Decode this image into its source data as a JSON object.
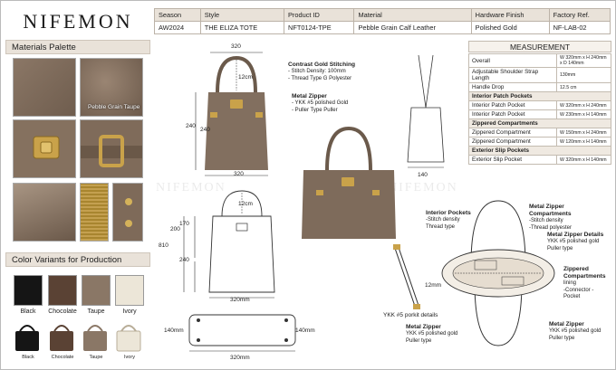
{
  "brand": "NIFEMON",
  "spec": {
    "headers": [
      "Season",
      "Style",
      "Product ID",
      "Material",
      "Hardware Finish",
      "Factory Ref."
    ],
    "values": [
      "AW2024",
      "THE ELIZA TOTE",
      "NFT0124-TPE",
      "Pebble Grain Calf Leather",
      "Polished Gold",
      "NF-LAB-02"
    ]
  },
  "materials": {
    "title": "Materials Palette",
    "pebble_label": "Pebble Grain Taupe"
  },
  "colors": {
    "title": "Color Variants for Production",
    "swatches": [
      {
        "name": "Black",
        "hex": "#151515"
      },
      {
        "name": "Chocolate",
        "hex": "#5a4234"
      },
      {
        "name": "Taupe",
        "hex": "#8a7766"
      },
      {
        "name": "Ivory",
        "hex": "#ece6d8"
      }
    ],
    "mini_names": [
      "Black",
      "Chocolate",
      "Taupe",
      "Ivory"
    ]
  },
  "drawings": {
    "front_top_width": "320",
    "handle_drop": "12cm",
    "height_a": "240",
    "height_b": "240",
    "front_bottom_width": "320",
    "side_width": "140",
    "outline_handle": "12cm",
    "outline_h1": "810",
    "outline_h2": "200",
    "outline_h3": "170",
    "outline_h4": "240",
    "outline_width": "320mm",
    "base_left": "140mm",
    "base_right": "140mm",
    "base_width": "320mm",
    "strap_size": "12mm",
    "strap_label": "YKK #5 porkit details",
    "watermark": "NIFEMON"
  },
  "callouts": {
    "contrast": {
      "title": "Contrast Gold Stitching",
      "lines": [
        "- Stitch Density: 100mm",
        "- Thread Type G Polyester"
      ]
    },
    "zipper_front": {
      "title": "Metal Zipper",
      "lines": [
        "- YKK #5 polished Gold",
        "- Puller Type Puller"
      ]
    },
    "interior_pockets": {
      "title": "Interior Pockets",
      "lines": [
        "-Stitch density",
        "Thread type"
      ]
    },
    "zipper_comp": {
      "title": "Metal Zipper Compartments",
      "lines": [
        "-Stitch density",
        "-Thread polyester"
      ]
    },
    "zipper_details": {
      "title": "Metal Zipper Details",
      "lines": [
        "YKK #5 polished gold",
        "Puller type"
      ]
    },
    "zippered_comp": {
      "title": "Zippered Compartments",
      "lines": [
        "lining",
        "-Connector -",
        "Pocket"
      ]
    },
    "zipper_bl": {
      "title": "Metal Zipper",
      "lines": [
        "YKK #5 polished gold",
        "Puller type"
      ]
    },
    "zipper_br": {
      "title": "Metal Zipper",
      "lines": [
        "YKK #5 polished gold",
        "Puller type"
      ]
    }
  },
  "measurement": {
    "title": "MEASUREMENT",
    "rows": [
      {
        "type": "row",
        "label": "Overall",
        "value": "W 320mm x H 240mm x D 140mm"
      },
      {
        "type": "row2",
        "label": "Adjustable Shoulder Strap Length",
        "value": "130mm"
      },
      {
        "type": "row",
        "label": "Handle Drop",
        "value": "12.5 cm"
      },
      {
        "type": "sec",
        "label": "Interior Patch Pockets"
      },
      {
        "type": "row",
        "label": "Interior Patch Pocket",
        "value": "W 320mm x H 240mm"
      },
      {
        "type": "row",
        "label": "Interior Patch Pocket",
        "value": "W 230mm x H 140mm"
      },
      {
        "type": "sec",
        "label": "Zippered Compartments"
      },
      {
        "type": "row",
        "label": "Zippered Compartment",
        "value": "W 150mm x H 240mm"
      },
      {
        "type": "row",
        "label": "Zippered Compartment",
        "value": "W 120mm x H 140mm"
      },
      {
        "type": "sec",
        "label": "Exterior Slip Pockets"
      },
      {
        "type": "row",
        "label": "Exterior Slip Pocket",
        "value": "W 320mm x H 140mm"
      }
    ]
  }
}
